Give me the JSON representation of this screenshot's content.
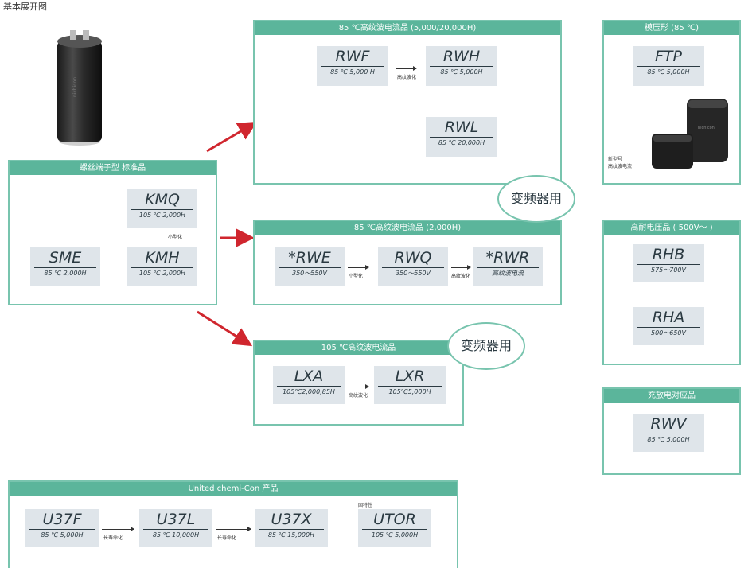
{
  "corner_title": "基本展开图",
  "hub": {
    "header": "螺丝端子型 标准品",
    "chips": {
      "kmq": {
        "code": "KMQ",
        "spec": "105 ℃ 2,000H"
      },
      "kmh": {
        "code": "KMH",
        "spec": "105 ℃ 2,000H"
      },
      "sme": {
        "code": "SME",
        "spec": "85 ℃ 2,000H"
      }
    },
    "kmh_to_kmq": "小型化"
  },
  "series85_long": {
    "header": "85 ℃高纹波电流品 (5,000/20,000H)",
    "chips": {
      "rwf": {
        "code": "RWF",
        "spec": "85 ℃ 5,000 H"
      },
      "rwh": {
        "code": "RWH",
        "spec": "85 ℃ 5,000H"
      },
      "rwl": {
        "code": "RWL",
        "spec": "85 ℃ 20,000H"
      }
    },
    "rwf_to_rwh": "高纹波化"
  },
  "series85_short": {
    "header": "85 ℃高纹波电流品 (2,000H)",
    "chips": {
      "rwe": {
        "code": "*RWE",
        "spec": "350～550V"
      },
      "rwq": {
        "code": "RWQ",
        "spec": "350～550V"
      },
      "rwr": {
        "code": "*RWR",
        "spec": "高纹波电流"
      }
    },
    "rwe_to_rwq": "小型化",
    "rwq_to_rwr": "高纹波化"
  },
  "series105": {
    "header": "105 ℃高纹波电流品",
    "chips": {
      "lxa": {
        "code": "LXA",
        "spec": "105℃2,000,85H"
      },
      "lxr": {
        "code": "LXR",
        "spec": "105℃5,000H"
      }
    },
    "lxa_to_lxr": "高纹波化"
  },
  "bubbles": {
    "inverter_1": "变频器用",
    "inverter_2": "变频器用"
  },
  "side_ftp": {
    "header": "模压形 (85 ℃)",
    "chip": {
      "code": "FTP",
      "spec": "85 ℃ 5,000H"
    },
    "caption_line1": "新型号",
    "caption_line2": "高纹波电流"
  },
  "side_high_voltage": {
    "header": "高耐电压品 ( 500V～ )",
    "chips": {
      "rhb": {
        "code": "RHB",
        "spec": "575～700V"
      },
      "rha": {
        "code": "RHA",
        "spec": "500～650V"
      }
    }
  },
  "side_charge": {
    "header": "充放电对应品",
    "chip": {
      "code": "RWV",
      "spec": "85 ℃ 5,000H"
    }
  },
  "united": {
    "header": "United chemi-Con 产品",
    "chips": {
      "u37f": {
        "code": "U37F",
        "spec": "85 ℃ 5,000H"
      },
      "u37l": {
        "code": "U37L",
        "spec": "85 ℃ 10,000H"
      },
      "u37x": {
        "code": "U37X",
        "spec": "85 ℃ 15,000H"
      },
      "utor": {
        "code": "UTOR",
        "spec": "105 ℃ 5,000H"
      }
    },
    "u37f_to_u37l": "长寿命化",
    "u37l_to_u37x": "长寿命化",
    "utor_tag": "固特性"
  },
  "colors": {
    "header_green": "#5bb59b",
    "border_green": "#78c4ae",
    "chip_gray": "#dfe5ea",
    "arrow_red": "#d0262e"
  }
}
